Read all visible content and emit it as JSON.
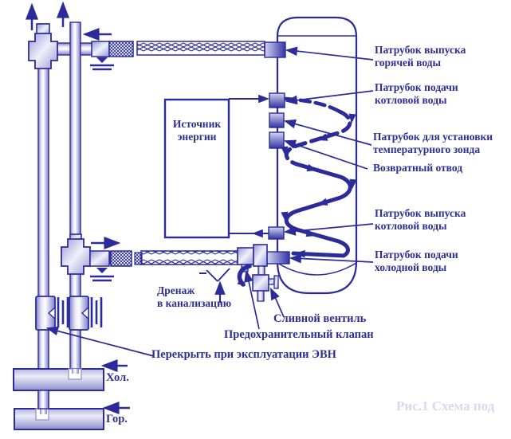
{
  "diagram_type": "water-heater-installation-schematic",
  "colors": {
    "line": "#2b2b9a",
    "text": "#2e2e96",
    "watermark": "#d8d8ee",
    "pipe_edge": "#7f7fc6",
    "pipe_light": "#ffffff",
    "port_dark": "#3434a4"
  },
  "energy_source": "Источник\nэнергии",
  "labels": {
    "hot_water_outlet": "Патрубок выпуска\nгорячей воды",
    "boiler_water_supply": "Патрубок подачи\nкотловой воды",
    "temp_probe_port": "Патрубок для установки\nтемпературного зонда",
    "return_outlet": "Возвратный отвод",
    "boiler_water_outlet": "Патрубок выпуска\nкотловой воды",
    "cold_water_supply": "Патрубок подачи\nхолодной воды",
    "drainage": "Дренаж\nв канализацию",
    "drain_valve": "Сливной вентиль",
    "safety_valve": "Предохранительный клапан",
    "shutoff_note": "Перекрыть при эксплуатации ЭВН",
    "cold_line": "Хол.",
    "hot_line": "Гор."
  },
  "caption": "Рис.1 Схема под"
}
